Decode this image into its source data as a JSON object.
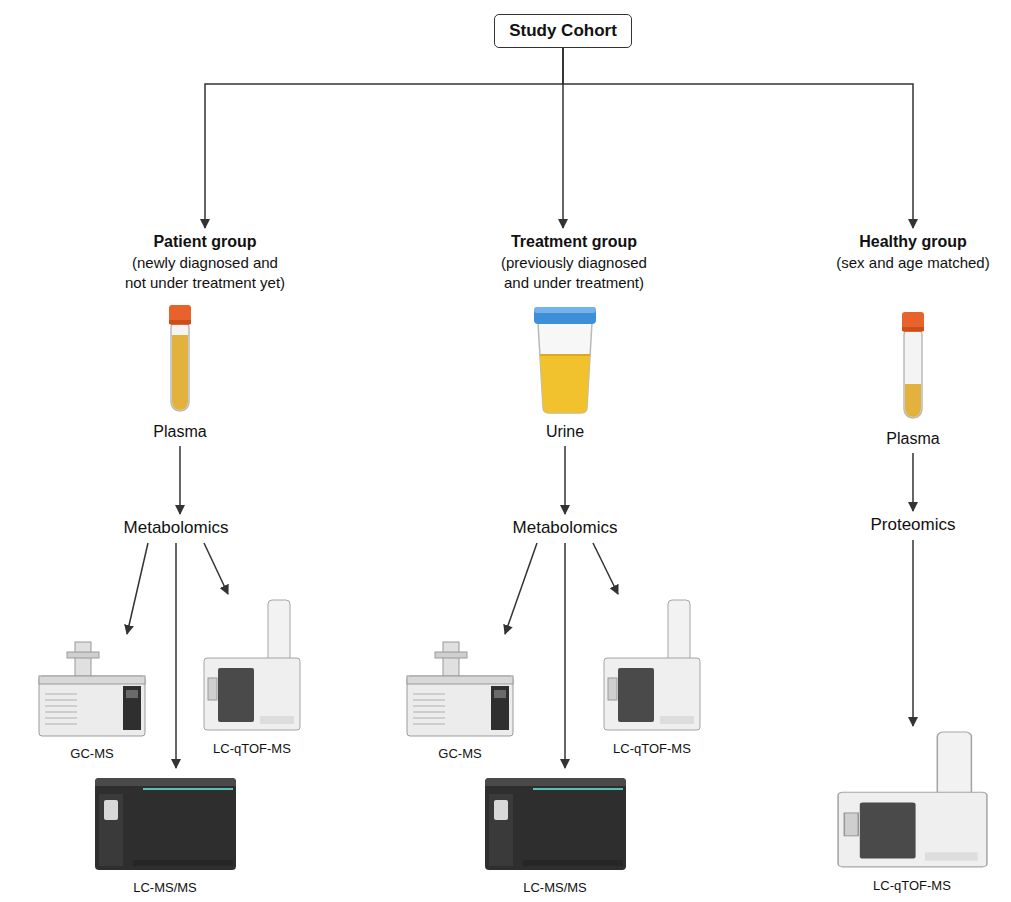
{
  "diagram": {
    "nodes": [
      {
        "text": [
          "Study Cohort"
        ]
      },
      {
        "text": [
          "Patient group",
          "(newly diagnosed and not under treatment yet)"
        ]
      },
      {
        "text": [
          "Treatment group",
          "(previously diagnosed and under treatment)"
        ]
      },
      {
        "text": [
          "Healthy group",
          "(sex and age matched)"
        ]
      },
      {
        "text": [
          "Plasma"
        ]
      },
      {
        "text": [
          "Urine"
        ]
      },
      {
        "text": [
          "Plasma"
        ]
      },
      {
        "text": [
          "Metabolomics"
        ]
      },
      {
        "text": [
          "Metabolomics"
        ]
      },
      {
        "text": [
          "Proteomics"
        ]
      },
      {
        "text": [
          "GC-MS"
        ]
      },
      {
        "text": [
          "LC-qTOF-MS"
        ]
      },
      {
        "text": [
          "GC-MS"
        ]
      },
      {
        "text": [
          "LC-qTOF-MS"
        ]
      },
      {
        "text": [
          "LC-MS/MS"
        ]
      },
      {
        "text": [
          "LC-MS/MS"
        ]
      },
      {
        "text": [
          "LC-qTOF-MS"
        ]
      }
    ],
    "edges": [
      {
        "from": 0,
        "to": 1,
        "arrow": "to"
      },
      {
        "from": 0,
        "to": 2,
        "arrow": "to"
      },
      {
        "from": 0,
        "to": 3,
        "arrow": "to"
      },
      {
        "from": 4,
        "to": 7,
        "arrow": "to"
      },
      {
        "from": 5,
        "to": 8,
        "arrow": "to"
      },
      {
        "from": 6,
        "to": 9,
        "arrow": "to"
      },
      {
        "from": 7,
        "to": 10,
        "arrow": "to"
      },
      {
        "from": 7,
        "to": 14,
        "arrow": "to"
      },
      {
        "from": 7,
        "to": 11,
        "arrow": "to"
      },
      {
        "from": 8,
        "to": 12,
        "arrow": "to"
      },
      {
        "from": 8,
        "to": 15,
        "arrow": "to"
      },
      {
        "from": 8,
        "to": 13,
        "arrow": "to"
      },
      {
        "from": 9,
        "to": 16,
        "arrow": "to"
      }
    ]
  }
}
